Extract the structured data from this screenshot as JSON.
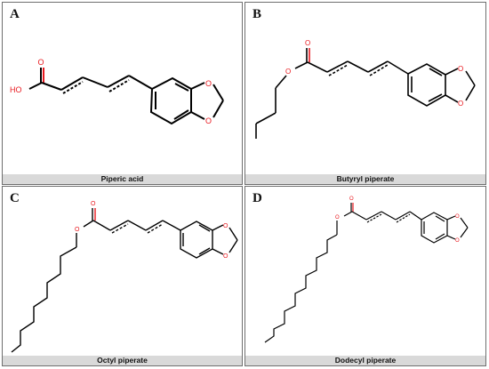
{
  "atom_labels": {
    "oxygen": "O",
    "hydroxyl": "HO"
  },
  "colors": {
    "bond": "#000000",
    "heteroatom": "#e8191f",
    "caption_bg": "#d9d9d9",
    "border": "#6f6f6f"
  },
  "panels": [
    {
      "letter": "A",
      "caption": "Piperic acid"
    },
    {
      "letter": "B",
      "caption": "Butyryl piperate"
    },
    {
      "letter": "C",
      "caption": "Octyl piperate"
    },
    {
      "letter": "D",
      "caption": "Dodecyl piperate"
    }
  ]
}
